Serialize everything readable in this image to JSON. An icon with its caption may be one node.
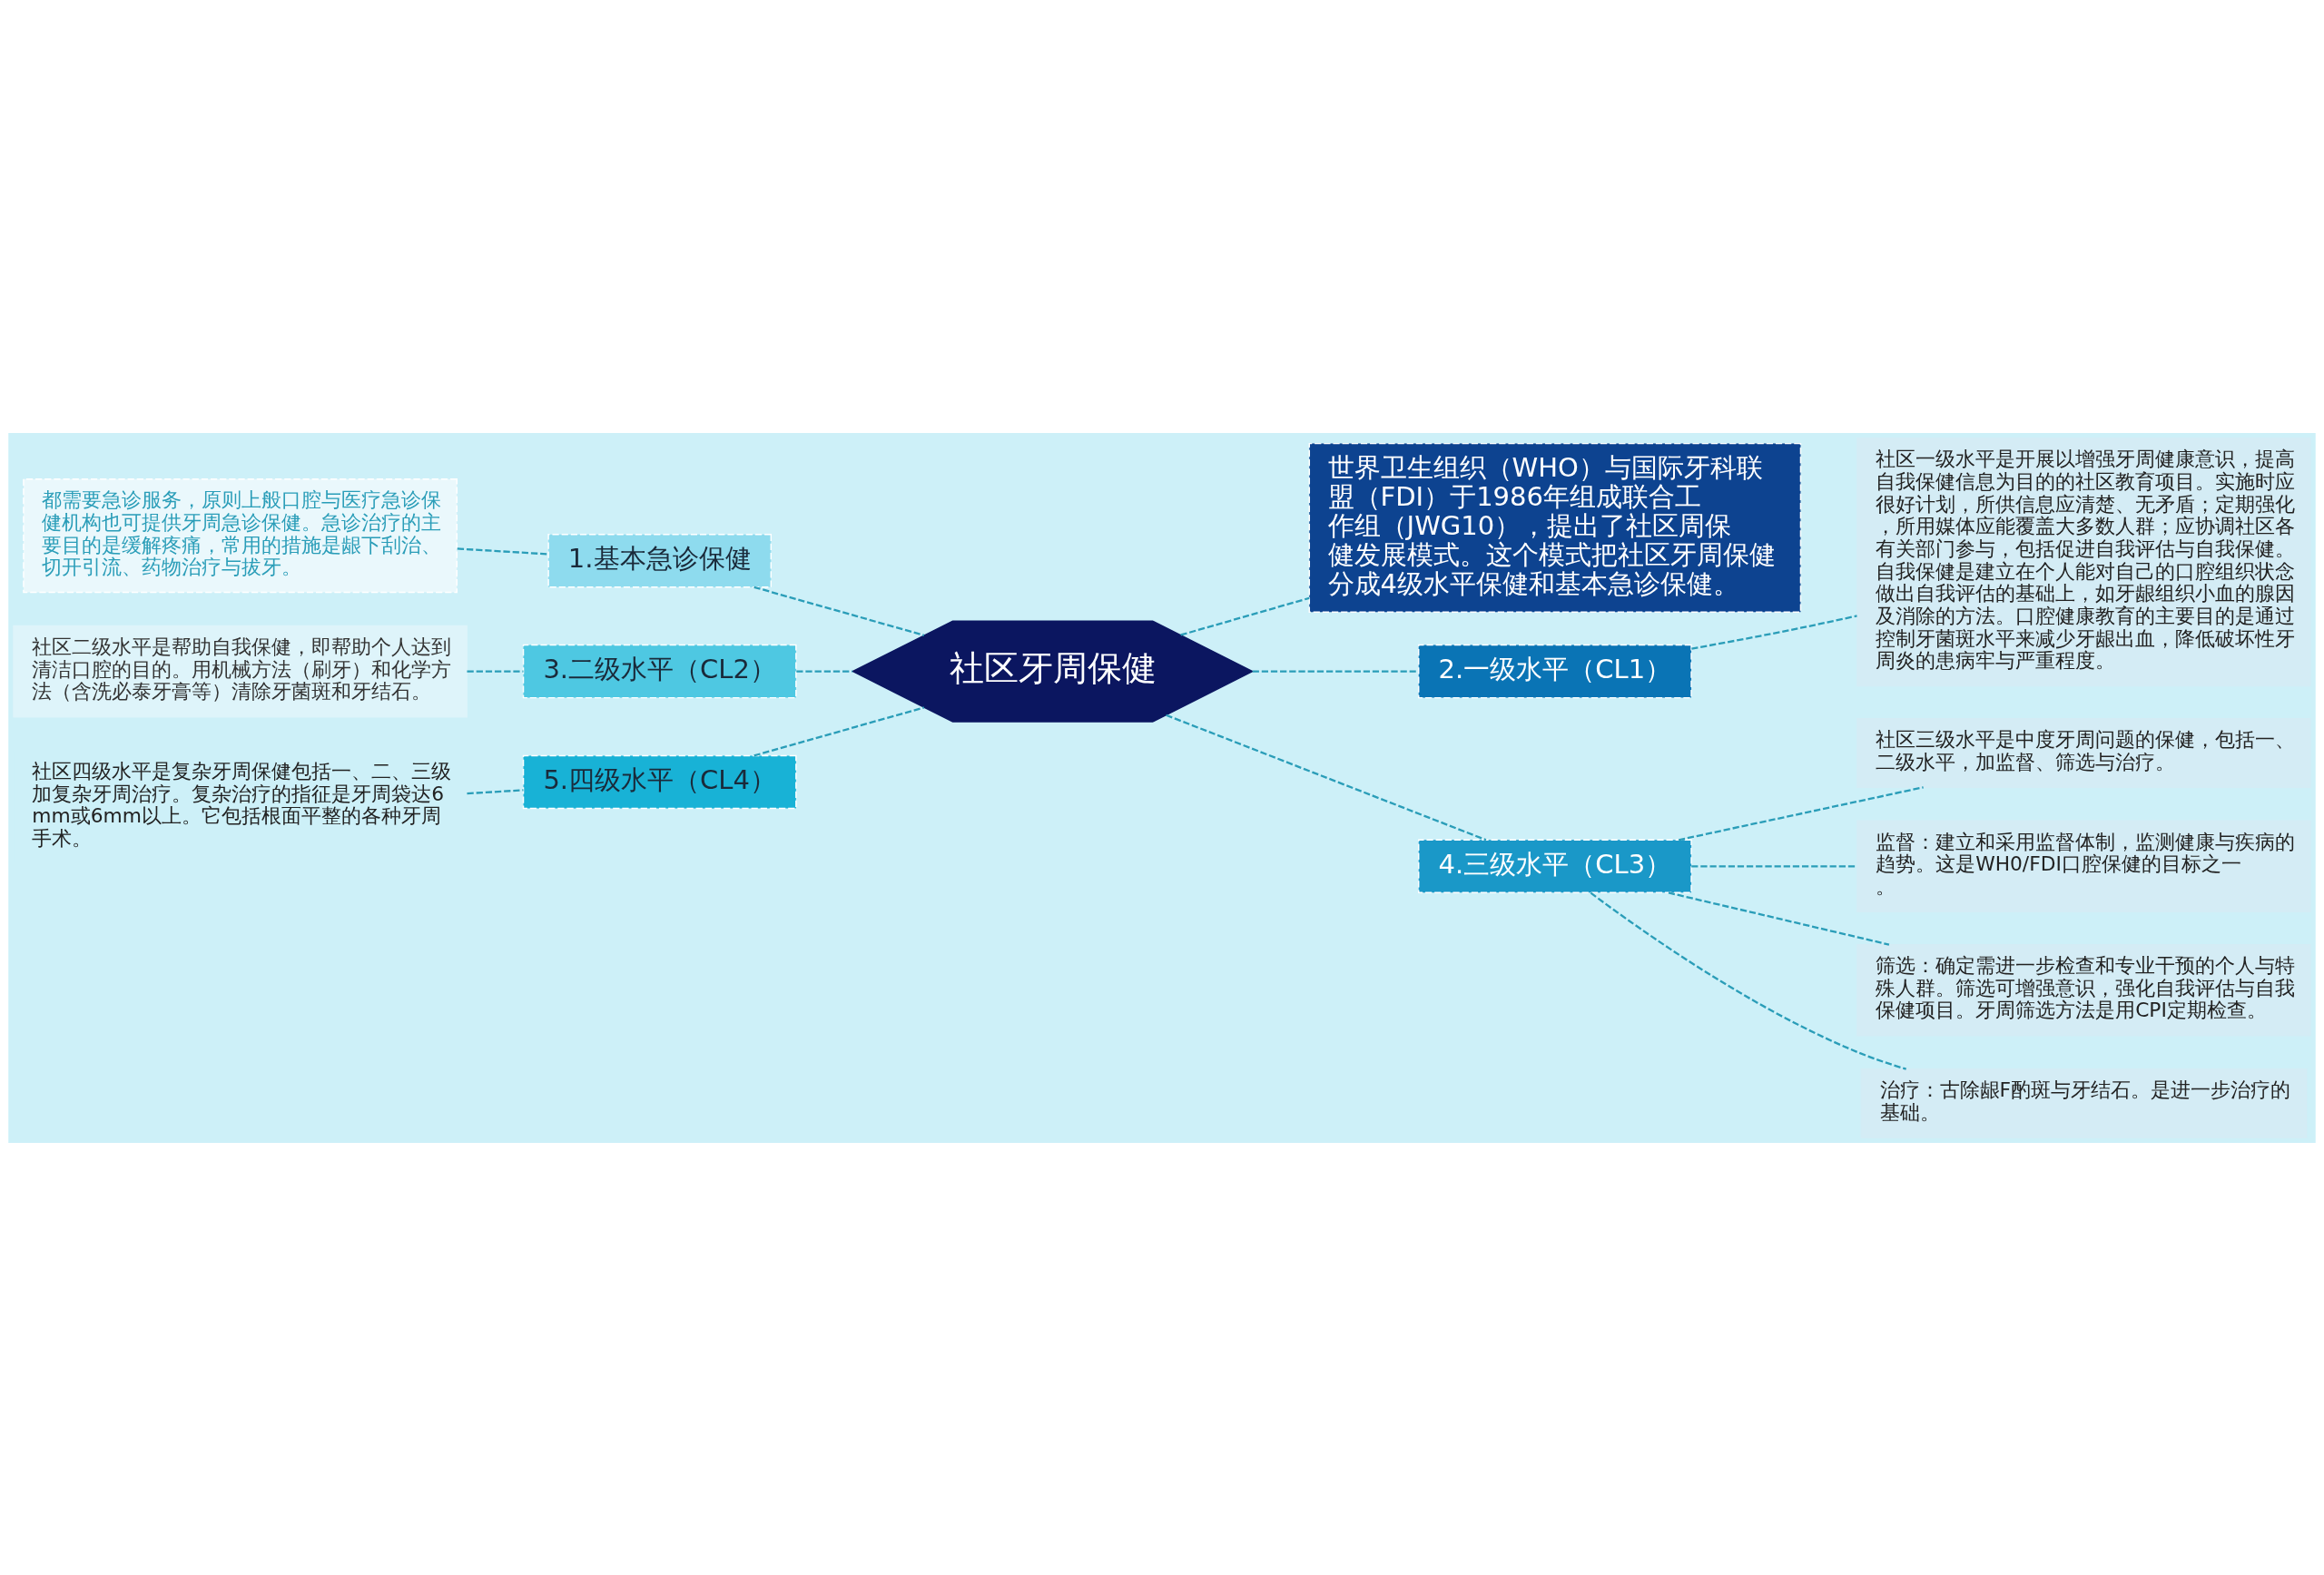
{
  "diagram": {
    "nodes": [
      {
        "text": [
          "社区牙周保健"
        ]
      },
      {
        "text": [
          "世界卫生组织（WHO）与国际牙科联盟（FDI）于1986年组成联合工作组（JWG10），提出了社区周保健发展模式。这个模式把社区牙周保健分成4级水平保健和基本急诊保健。"
        ]
      },
      {
        "text": [
          "1.基本急诊保健"
        ]
      },
      {
        "text": [
          "都需要急诊服务，原则上般口腔与医疗急诊保健机构也可提供牙周急诊保健。急诊治疗的主要目的是缓解疼痛，常用的措施是龈下刮治、切开引流、药物治疗与拔牙。"
        ]
      },
      {
        "text": [
          "2.一级水平（CL1）"
        ]
      },
      {
        "text": [
          "社区一级水平是开展以增强牙周健康意识，提高自我保健信息为目的的社区教育项目。实施时应很好计划，所供信息应清楚、无矛盾；定期强化，所用媒体应能覆盖大多数人群；应协调社区各有关部门参与，包括促进自我评估与自我保健。自我保健是建立在个人能对自己的口腔组织状念做出自我评估的基础上，如牙龈组织小血的腺因及消除的方法。口腔健康教育的主要目的是通过控制牙菌斑水平来减少牙龈出血，降低破坏性牙周炎的患病牢与严重程度。"
        ]
      },
      {
        "text": [
          "3.二级水平（CL2）"
        ]
      },
      {
        "text": [
          "社区二级水平是帮助自我保健，即帮助个人达到清洁口腔的目的。用机械方法（刷牙）和化学方法（含洗必泰牙膏等）清除牙菌斑和牙结石。"
        ]
      },
      {
        "text": [
          "4.三级水平（CL3）"
        ]
      },
      {
        "text": [
          "社区三级水平是中度牙周问题的保健，包括一、二级水平，加监督、筛选与治疗。"
        ]
      },
      {
        "text": [
          "监督：建立和采用监督体制，监测健康与疾病的趋势。这是WH0/FDI口腔保健的目标之一。"
        ]
      },
      {
        "text": [
          "筛选：确定需进一步检查和专业干预的个人与特殊人群。筛选可增强意识，强化自我评估与自我保健项目。牙周筛选方法是用CPI定期检查。"
        ]
      },
      {
        "text": [
          "治疗：古除龈F酌斑与牙结石。是进一步治疗的基础。"
        ]
      },
      {
        "text": [
          "5.四级水平（CL4）"
        ]
      },
      {
        "text": [
          "社区四级水平是复杂牙周保健包括一、二、三级加复杂牙周治疗。复杂治疗的指征是牙周袋达6mm或6mm以上。它包括根面平整的各种牙周手术。"
        ]
      }
    ],
    "edges": [
      {
        "from": 0,
        "to": 1,
        "arrow": "none",
        "style": "dashed"
      },
      {
        "from": 0,
        "to": 2,
        "arrow": "none",
        "style": "dashed"
      },
      {
        "from": 2,
        "to": 3,
        "arrow": "none",
        "style": "dashed"
      },
      {
        "from": 0,
        "to": 4,
        "arrow": "none",
        "style": "dashed"
      },
      {
        "from": 4,
        "to": 5,
        "arrow": "none",
        "style": "dashed"
      },
      {
        "from": 0,
        "to": 6,
        "arrow": "none",
        "style": "dashed"
      },
      {
        "from": 6,
        "to": 7,
        "arrow": "none",
        "style": "dashed"
      },
      {
        "from": 0,
        "to": 8,
        "arrow": "none",
        "style": "dashed"
      },
      {
        "from": 8,
        "to": 9,
        "arrow": "none",
        "style": "dashed"
      },
      {
        "from": 8,
        "to": 10,
        "arrow": "none",
        "style": "dashed"
      },
      {
        "from": 8,
        "to": 11,
        "arrow": "none",
        "style": "dashed"
      },
      {
        "from": 8,
        "to": 12,
        "arrow": "none",
        "style": "dashed"
      },
      {
        "from": 0,
        "to": 13,
        "arrow": "none",
        "style": "dashed"
      },
      {
        "from": 13,
        "to": 14,
        "arrow": "none",
        "style": "dashed"
      }
    ]
  }
}
